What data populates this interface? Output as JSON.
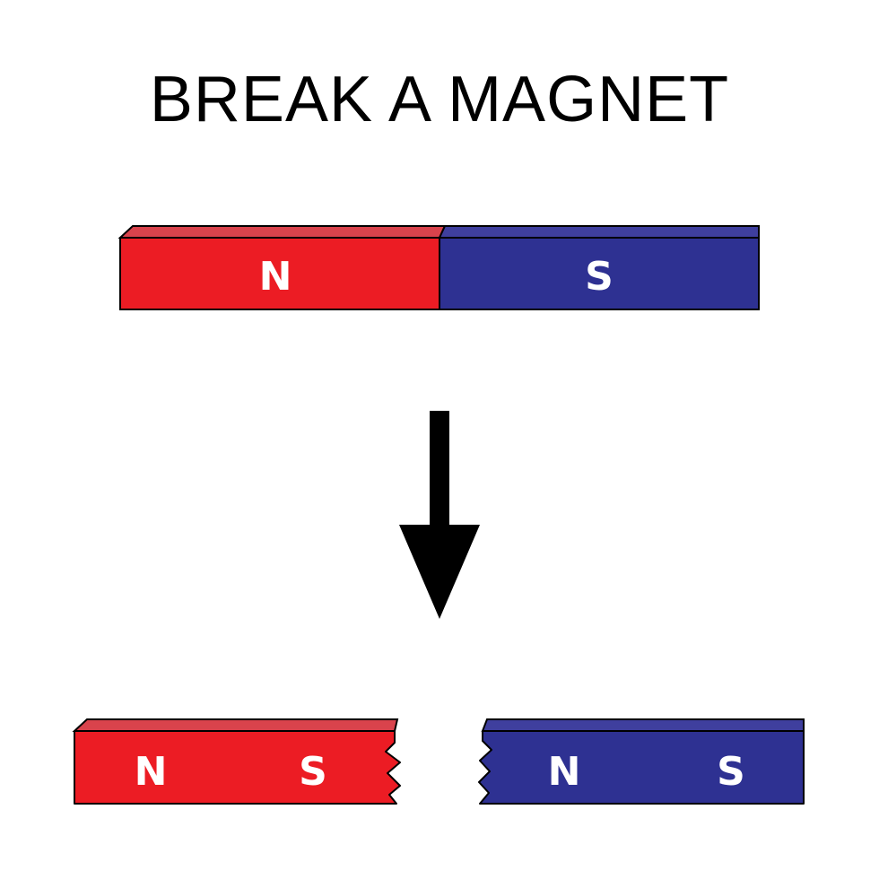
{
  "title": "BREAK A MAGNET",
  "colors": {
    "north": "#ec1c24",
    "north_top": "#d9434c",
    "south": "#2e3192",
    "south_top": "#3f3f9e",
    "outline": "#000000",
    "arrow": "#000000"
  },
  "whole_magnet": {
    "left_label": "N",
    "right_label": "S"
  },
  "left_piece": {
    "left_label": "N",
    "right_label": "S"
  },
  "right_piece": {
    "left_label": "N",
    "right_label": "S"
  }
}
